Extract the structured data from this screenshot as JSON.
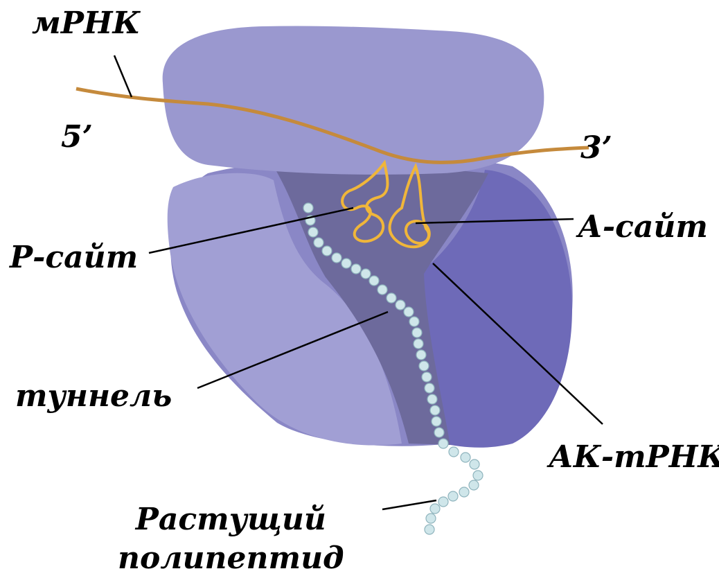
{
  "labels": {
    "mrna": "мРНК",
    "five_prime": "5’",
    "three_prime": "3’",
    "a_site": "А-сайт",
    "p_site": "Р-сайт",
    "tunnel": "туннель",
    "ak_trna": "АК-тРНК",
    "polypeptide_line1": "Растущий",
    "polypeptide_line2": "полипептид"
  },
  "colors": {
    "small_subunit": "#9a98cf",
    "large_subunit": "#8a87c6",
    "right_lobe": "#6e6ab8",
    "tunnel": "#6d6a9c",
    "mrna": "#c58a3c",
    "trna": "#f0b63a",
    "amino_acid_bead": "#cfe6ea",
    "leader_line": "#000000"
  }
}
